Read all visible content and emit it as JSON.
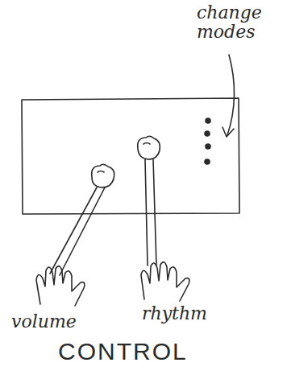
{
  "diagram": {
    "labels": [
      "change modes",
      "volume",
      "rhythm",
      "CONTROL"
    ]
  }
}
